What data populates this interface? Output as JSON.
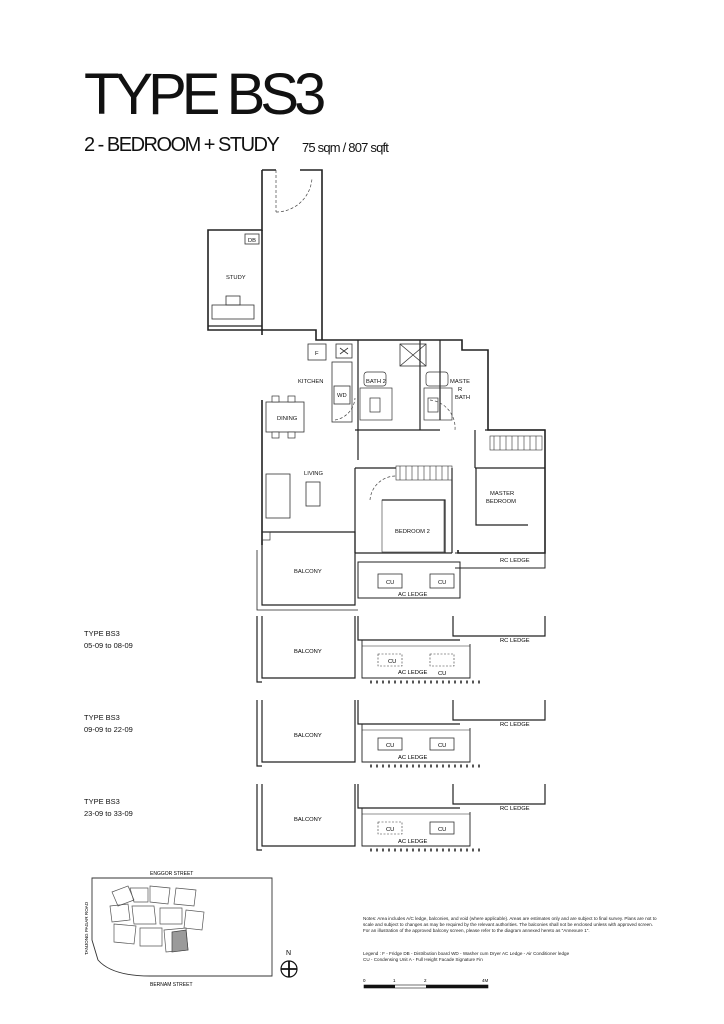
{
  "header": {
    "title": "TYPE BS3",
    "subtitle": "2 - BEDROOM + STUDY",
    "area": "75 sqm / 807 sqft"
  },
  "rooms": {
    "db": "DB",
    "study": "STUDY",
    "f": "F",
    "kitchen": "KITCHEN",
    "wd": "WD",
    "bath2": "BATH 2",
    "master_bath_line1": "MASTE",
    "master_bath_line2": "R",
    "master_bath_line3": "BATH",
    "dining": "DINING",
    "living": "LIVING",
    "master_bedroom_line1": "MASTER",
    "master_bedroom_line2": "BEDROOM",
    "bedroom2": "BEDROOM 2",
    "balcony": "BALCONY",
    "cu": "CU",
    "ac_ledge": "AC LEDGE",
    "rc_ledge": "RC LEDGE"
  },
  "variants": [
    {
      "name": "TYPE BS3",
      "units": "05-09 to 08-09"
    },
    {
      "name": "TYPE BS3",
      "units": "09-09 to 22-09"
    },
    {
      "name": "TYPE BS3",
      "units": "23-09 to 33-09"
    }
  ],
  "site_plan": {
    "north_street": "ENGGOR STREET",
    "south_street": "BERNAM STREET",
    "west_road": "TANJONG PAGAR ROAD",
    "north_label": "N",
    "highlight_color": "#9a9a9a"
  },
  "notes": "Notes: Area includes A/C ledge, balconies, and void (where applicable). Areas are estimates only and are subject to final survey. Plans are not to scale and subject to changes as may be required by the relevant authorities. The balconies shall not be enclosed unless with approved screen. For an illustration of the approved balcony screen, please refer to the diagram annexed hereto as \"Annexure 1\".",
  "legend": {
    "line1": "Legend : F - Fridge DB - Distribution board WD - Washer cum Dryer AC Ledge - Air Conditioner ledge",
    "line2": "CU - Condensing Unit A - Full Height Facade Signature Fin"
  },
  "scale_bar": {
    "ticks": [
      "0",
      "1",
      "2",
      "4M"
    ]
  }
}
